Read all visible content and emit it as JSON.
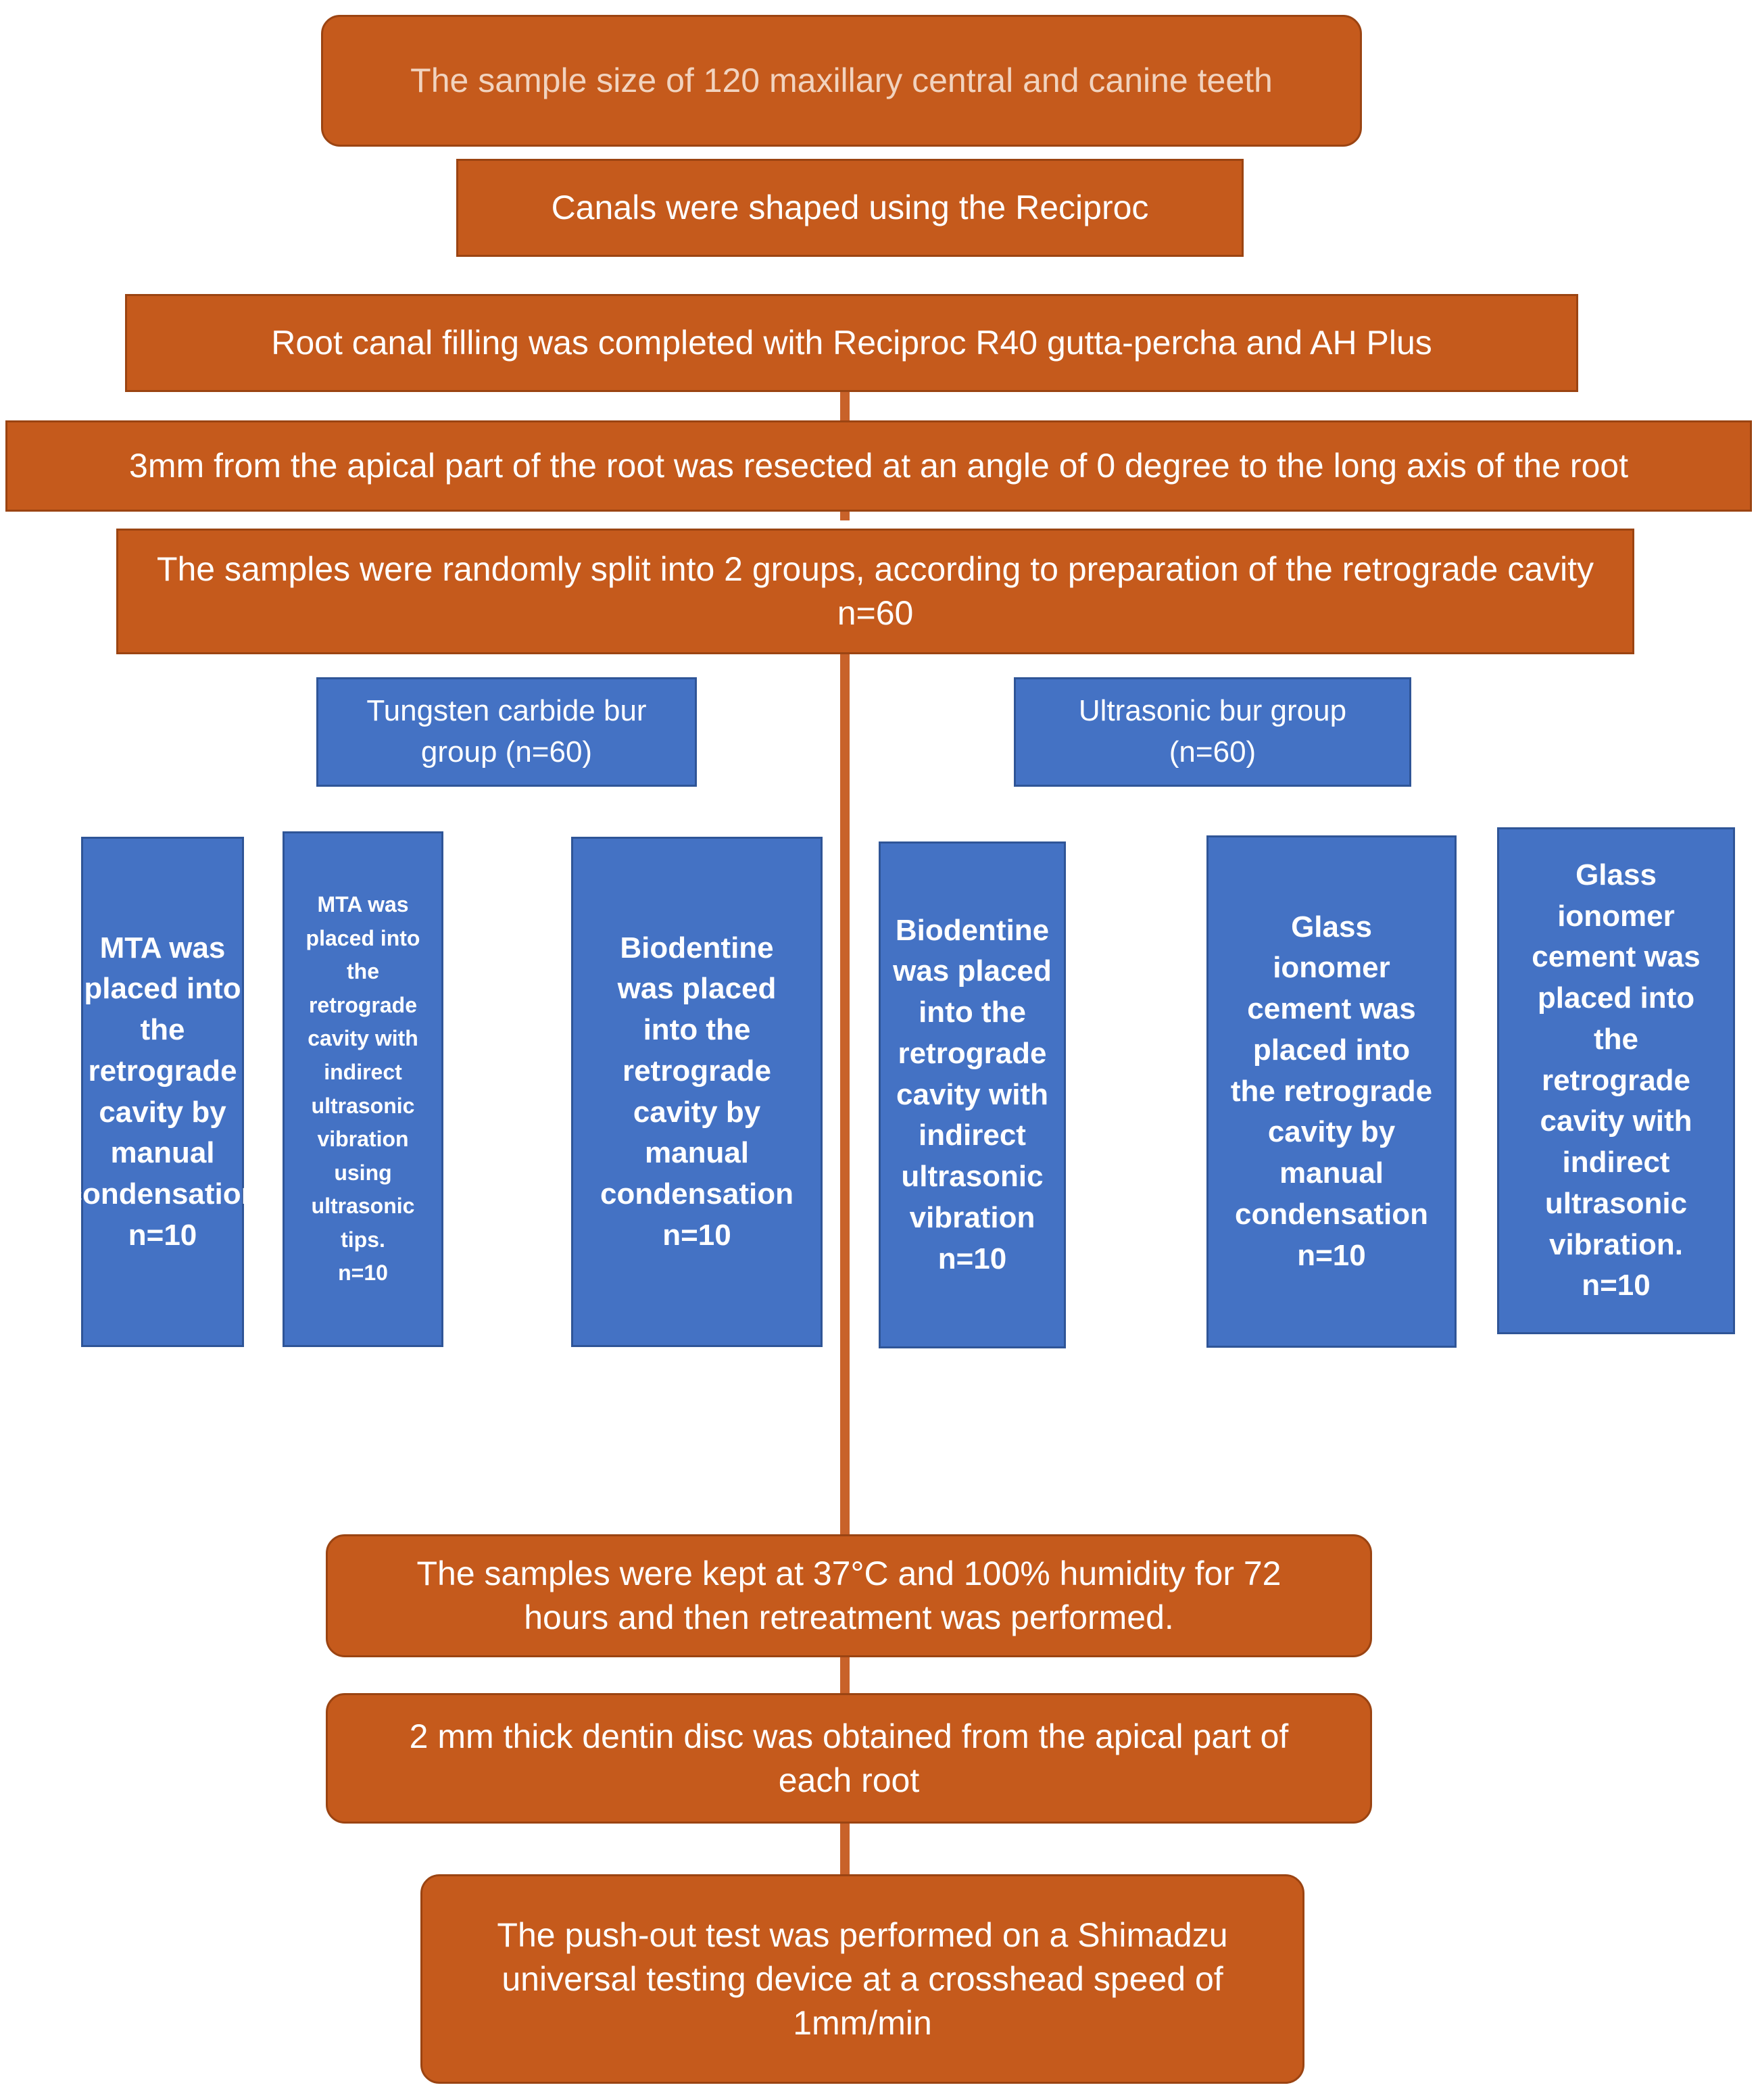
{
  "colors": {
    "orange": "#c55a1c",
    "blue": "#4472c4",
    "connector": "#c8622a"
  },
  "steps": {
    "sample_size": "The sample size of 120 maxillary central and canine teeth",
    "shaping": "Canals were shaped using the Reciproc",
    "filling": "Root canal filling was completed with Reciproc R40 gutta-percha and AH Plus",
    "resection": "3mm from the apical part of the root was resected at an angle of 0 degree to the long axis of the root",
    "split": "The samples were randomly split into 2 groups, according to preparation of the retrograde cavity n=60",
    "storage": "The samples  were kept at 37°C and 100% humidity for 72 hours and then retreatment was performed.",
    "disc": "2 mm thick dentin disc was obtained from the apical part of each root",
    "pushout": "The push-out test was performed on a Shimadzu universal testing device at a crosshead speed of 1mm/min"
  },
  "groups": {
    "tungsten": "Tungsten carbide bur group (n=60)",
    "ultrasonic": "Ultrasonic bur group (n=60)"
  },
  "subgroups": [
    {
      "text": "MTA was placed into the retrograde cavity by manual condensation",
      "n": "n=10"
    },
    {
      "text": "MTA was placed into the retrograde cavity with indirect ultrasonic vibration using ultrasonic tips.",
      "n": "n=10"
    },
    {
      "text": "Biodentine was placed into the retrograde cavity by manual condensation",
      "n": "n=10"
    },
    {
      "text": "Biodentine was placed into the retrograde cavity with indirect ultrasonic vibration",
      "n": "n=10"
    },
    {
      "text": "Glass ionomer cement was placed into the retrograde cavity by manual condensation",
      "n": "n=10"
    },
    {
      "text": "Glass ionomer cement was placed into the retrograde cavity with indirect ultrasonic vibration.",
      "n": "n=10"
    }
  ]
}
